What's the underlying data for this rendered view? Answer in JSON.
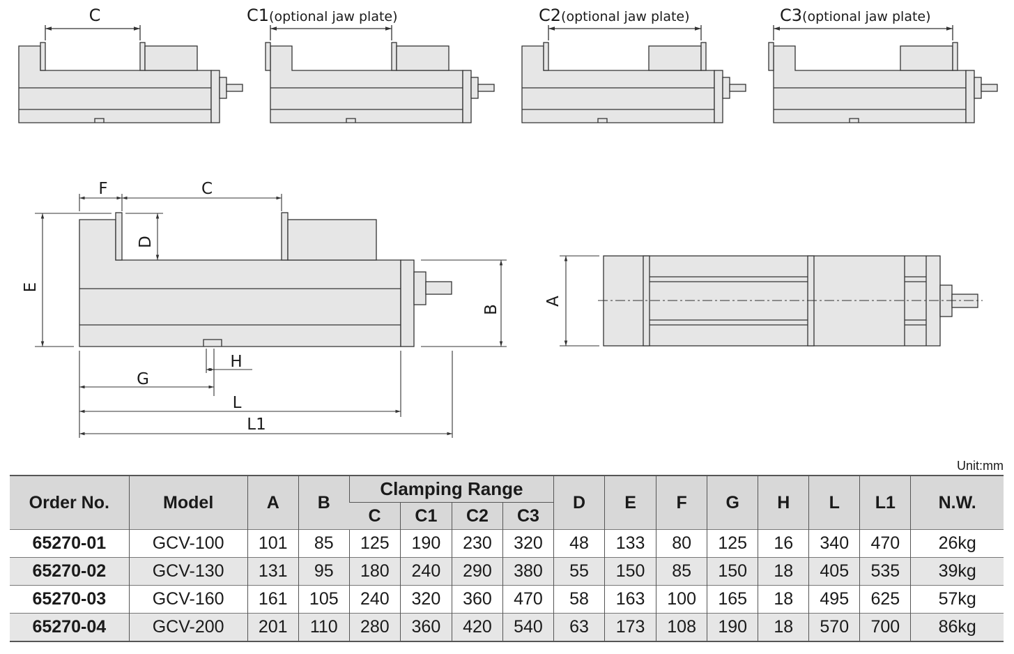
{
  "labels": {
    "c": "C",
    "c1": "C1",
    "c1_note": "(optional jaw plate)",
    "c2": "C2",
    "c2_note": "(optional jaw plate)",
    "c3": "C3",
    "c3_note": "(optional jaw plate)",
    "f": "F",
    "c_main": "C",
    "d": "D",
    "e": "E",
    "b": "B",
    "h": "H",
    "g": "G",
    "l": "L",
    "l1": "L1",
    "a": "A"
  },
  "unit": "Unit:mm",
  "table": {
    "headers": {
      "order_no": "Order No.",
      "model": "Model",
      "a": "A",
      "b": "B",
      "clamping_range": "Clamping Range",
      "c": "C",
      "c1": "C1",
      "c2": "C2",
      "c3": "C3",
      "d": "D",
      "e": "E",
      "f": "F",
      "g": "G",
      "h": "H",
      "l": "L",
      "l1": "L1",
      "nw": "N.W."
    },
    "rows": [
      {
        "order_no": "65270-01",
        "model": "GCV-100",
        "a": "101",
        "b": "85",
        "c": "125",
        "c1": "190",
        "c2": "230",
        "c3": "320",
        "d": "48",
        "e": "133",
        "f": "80",
        "g": "125",
        "h": "16",
        "l": "340",
        "l1": "470",
        "nw": "26kg"
      },
      {
        "order_no": "65270-02",
        "model": "GCV-130",
        "a": "131",
        "b": "95",
        "c": "180",
        "c1": "240",
        "c2": "290",
        "c3": "380",
        "d": "55",
        "e": "150",
        "f": "85",
        "g": "150",
        "h": "18",
        "l": "405",
        "l1": "535",
        "nw": "39kg"
      },
      {
        "order_no": "65270-03",
        "model": "GCV-160",
        "a": "161",
        "b": "105",
        "c": "240",
        "c1": "320",
        "c2": "360",
        "c3": "470",
        "d": "58",
        "e": "163",
        "f": "100",
        "g": "165",
        "h": "18",
        "l": "495",
        "l1": "625",
        "nw": "57kg"
      },
      {
        "order_no": "65270-04",
        "model": "GCV-200",
        "a": "201",
        "b": "110",
        "c": "280",
        "c1": "360",
        "c2": "420",
        "c3": "540",
        "d": "63",
        "e": "173",
        "f": "108",
        "g": "190",
        "h": "18",
        "l": "570",
        "l1": "700",
        "nw": "86kg"
      }
    ]
  },
  "colors": {
    "body_fill": "#e6e6e6",
    "line": "#333333",
    "header_fill": "#d8d8d8",
    "alt_row": "#e6e6e6"
  }
}
